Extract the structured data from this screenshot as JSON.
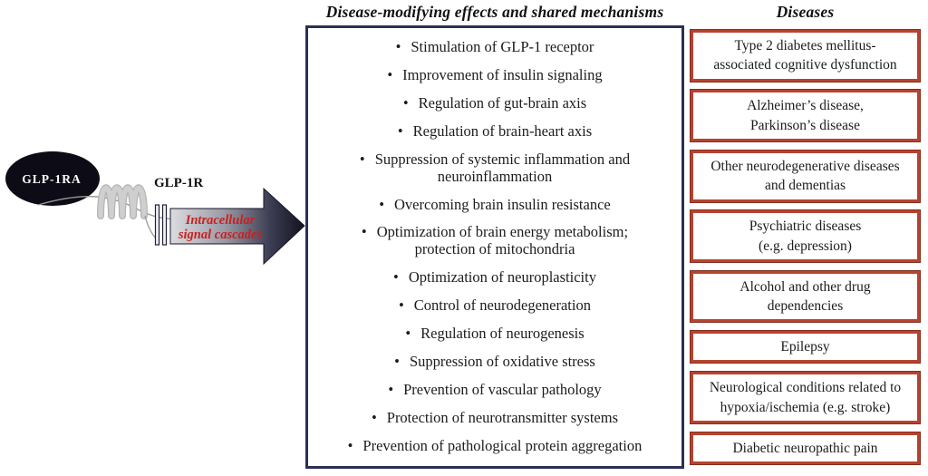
{
  "left_diagram": {
    "ligand_label": "GLP-1RA",
    "receptor_label": "GLP-1R",
    "cascade_lines": [
      "Intracellular",
      "signal cascades"
    ]
  },
  "mechanisms": {
    "title": "Disease-modifying effects and shared mechanisms",
    "items": [
      "Stimulation of GLP-1 receptor",
      "Improvement of insulin signaling",
      "Regulation of gut-brain axis",
      "Regulation of brain-heart axis",
      "Suppression of systemic inflammation and\nneuroinflammation",
      "Overcoming brain insulin resistance",
      "Optimization of brain energy metabolism;\nprotection of mitochondria",
      "Optimization of neuroplasticity",
      "Control of neurodegeneration",
      "Regulation of neurogenesis",
      "Suppression of oxidative stress",
      "Prevention of vascular pathology",
      "Protection of neurotransmitter systems",
      "Prevention of pathological protein aggregation"
    ]
  },
  "diseases": {
    "title": "Diseases",
    "items": [
      "Type 2 diabetes mellitus-\nassociated cognitive dysfunction",
      "Alzheimer’s disease,\nParkinson’s disease",
      "Other neurodegenerative diseases\nand dementias",
      "Psychiatric diseases\n(e.g. depression)",
      "Alcohol and other drug\ndependencies",
      "Epilepsy",
      "Neurological conditions related to\nhypoxia/ischemia (e.g. stroke)",
      "Diabetic neuropathic pain"
    ]
  },
  "colors": {
    "mechanism_box_border": "#2a3052",
    "disease_box_border": "#b8432f",
    "cascade_text": "#c92020",
    "ligand_fill": "#0d0c16",
    "arrow_dark": "#14142a"
  }
}
